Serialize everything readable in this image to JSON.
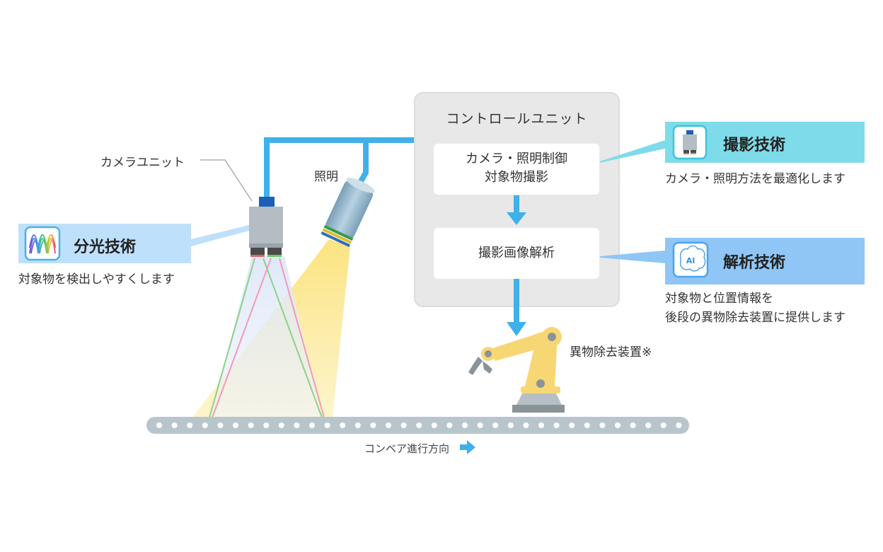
{
  "control_unit": {
    "title": "コントロールユニット",
    "box1_line1": "カメラ・照明制御",
    "box1_line2": "対象物撮影",
    "box2": "撮影画像解析"
  },
  "labels": {
    "camera_unit": "カメラユニット",
    "lighting": "照明",
    "removal_device": "異物除去装置※",
    "conveyor": "コンベア進行方向"
  },
  "badges": {
    "spectral": {
      "title": "分光技術",
      "desc": "対象物を検出しやすくします"
    },
    "imaging": {
      "title": "撮影技術",
      "desc": "カメラ・照明方法を最適化します"
    },
    "analysis": {
      "title": "解析技術",
      "desc_line1": "対象物と位置情報を",
      "desc_line2": "後段の異物除去装置に提供します",
      "icon_text": "AI"
    }
  },
  "colors": {
    "cable": "#3fb1ea",
    "panel": "#e8e8e8",
    "spectral_bg": "#bfe0fb",
    "imaging_bg": "#7edcea",
    "analysis_bg": "#8fc6f5",
    "light_beam": "#fce98a",
    "robot_yellow": "#f7d774",
    "conveyor": "#b8c6cc"
  }
}
